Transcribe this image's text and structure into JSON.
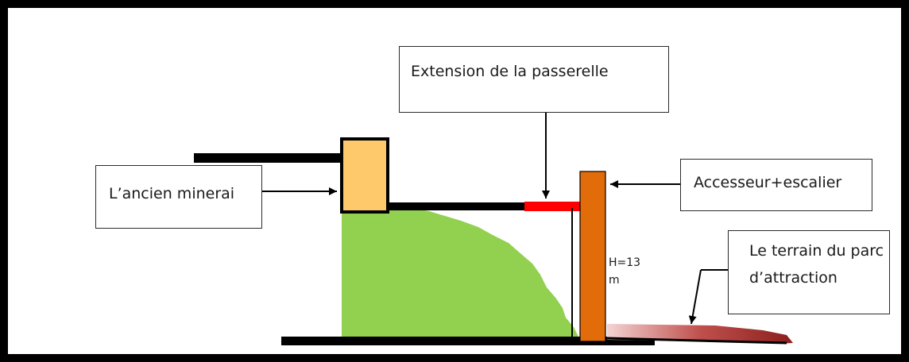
{
  "labels": {
    "extension": "Extension de la passerelle",
    "ancien_minerai": "L’ancien minerai",
    "accesseur": "Accesseur+escalier",
    "terrain_line1": "Le terrain du parc",
    "terrain_line2": "d’attraction",
    "height_line1": "H=13",
    "height_line2": "m"
  },
  "colors": {
    "frame": "#000000",
    "minerai_block": "#FDC96A",
    "slope": "#92D050",
    "tower": "#E36C0A",
    "extension_bar": "#FF0000",
    "terrain": "#C0504D",
    "structure": "#000000"
  }
}
